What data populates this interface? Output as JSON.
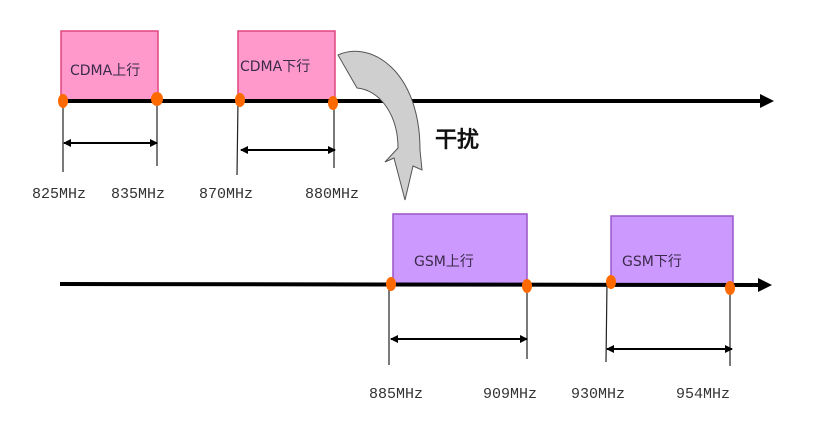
{
  "colors": {
    "cdma_fill": "#ff99cc",
    "cdma_border": "#e0457f",
    "gsm_fill": "#cc99ff",
    "gsm_border": "#9a55c8",
    "marker": "#ff6a00",
    "interference_arrow": "#c8c8c8"
  },
  "cdma": {
    "uplink_label": "CDMA上行",
    "downlink_label": "CDMA下行",
    "freqs": [
      "825MHz",
      "835MHz",
      "870MHz",
      "880MHz"
    ]
  },
  "gsm": {
    "uplink_label": "GSM上行",
    "downlink_label": "GSM下行",
    "freqs": [
      "885MHz",
      "909MHz",
      "930MHz",
      "954MHz"
    ]
  },
  "interference_label": "干扰"
}
